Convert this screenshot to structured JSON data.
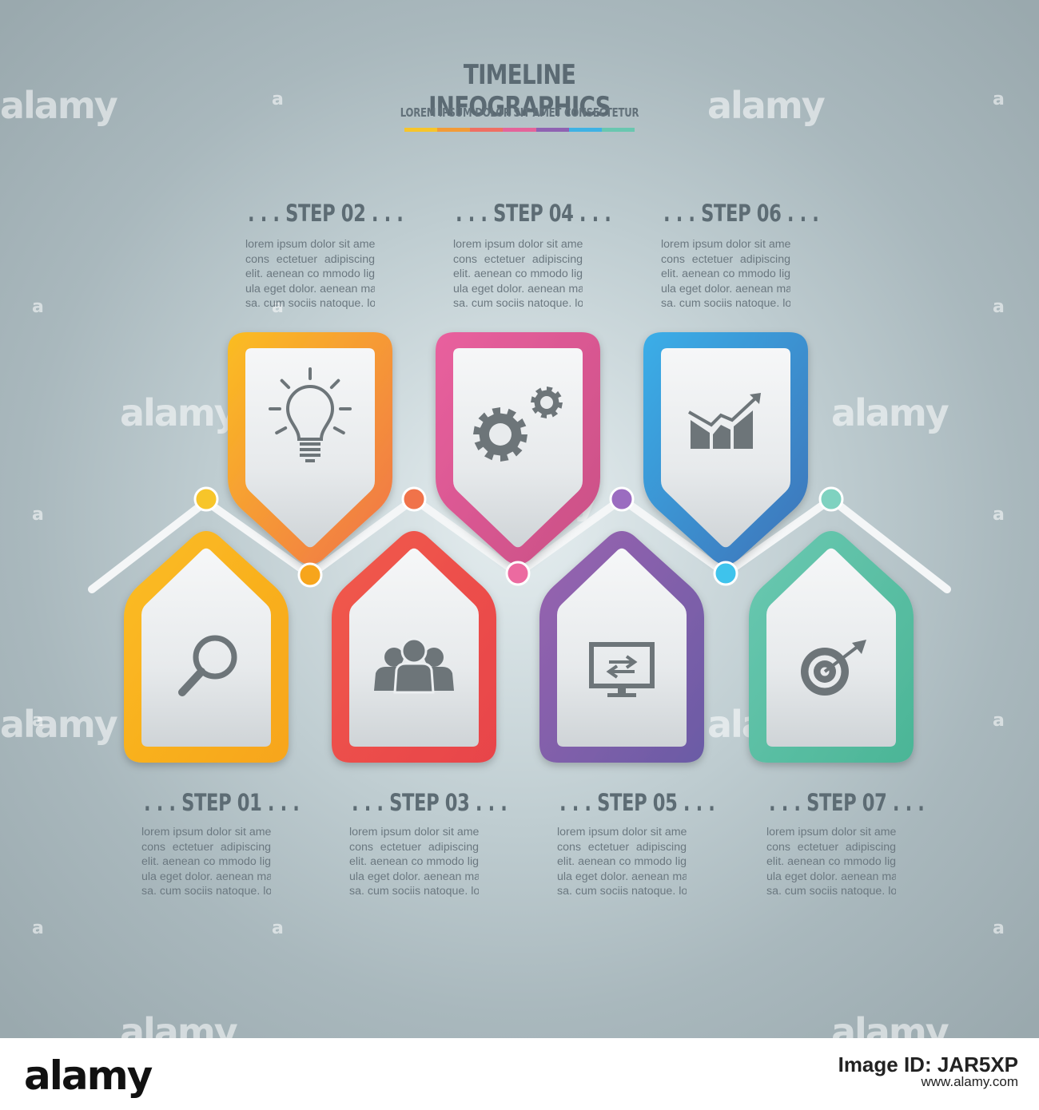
{
  "header": {
    "title": "TIMELINE INFOGRAPHICS",
    "subtitle": "LOREM IPSUM DOLOR SIT AMET CONSECTETUR",
    "rainbow_colors": [
      "#f7c52a",
      "#f29b37",
      "#ef6f63",
      "#e4649a",
      "#8f62b2",
      "#3fb2e4",
      "#69c7b0"
    ]
  },
  "steps": [
    {
      "label": "STEP 01",
      "color": "#fbbd22",
      "color2": "#f7a51c",
      "icon": "magnifier-icon",
      "text": [
        "lorem ipsum dolor sit amet,",
        "cons ectetuer adipiscing",
        "elit. aenean co mmodo lig",
        "ula eget dolor. aenean mas",
        "sa. cum sociis natoque. lor"
      ]
    },
    {
      "label": "STEP 02",
      "color": "#fbbd22",
      "color2": "#f0734a",
      "icon": "lightbulb-icon",
      "text": [
        "lorem ipsum dolor sit amet,",
        "cons ectetuer adipiscing",
        "elit. aenean co mmodo lig",
        "ula eget dolor. aenean mas",
        "sa. cum sociis natoque. lor"
      ]
    },
    {
      "label": "STEP 03",
      "color": "#f15a4c",
      "color2": "#e8444a",
      "icon": "team-icon",
      "text": [
        "lorem ipsum dolor sit amet,",
        "cons ectetuer adipiscing",
        "elit. aenean co mmodo lig",
        "ula eget dolor. aenean mas",
        "sa. cum sociis natoque. lor"
      ]
    },
    {
      "label": "STEP 04",
      "color": "#e9609e",
      "color2": "#c94f85",
      "icon": "gears-icon",
      "text": [
        "lorem ipsum dolor sit amet,",
        "cons ectetuer adipiscing",
        "elit. aenean co mmodo lig",
        "ula eget dolor. aenean mas",
        "sa. cum sociis natoque. lor"
      ]
    },
    {
      "label": "STEP 05",
      "color": "#9a64b0",
      "color2": "#6a5ba5",
      "icon": "monitor-transfer-icon",
      "text": [
        "lorem ipsum dolor sit amet,",
        "cons ectetuer adipiscing",
        "elit. aenean co mmodo lig",
        "ula eget dolor. aenean mas",
        "sa. cum sociis natoque. lor"
      ]
    },
    {
      "label": "STEP 06",
      "color": "#3aaee8",
      "color2": "#3d73b8",
      "icon": "growth-chart-icon",
      "text": [
        "lorem ipsum dolor sit amet,",
        "cons ectetuer adipiscing",
        "elit. aenean co mmodo lig",
        "ula eget dolor. aenean mas",
        "sa. cum sociis natoque. lor"
      ]
    },
    {
      "label": "STEP 07",
      "color": "#6bc9b2",
      "color2": "#4bb596",
      "icon": "target-icon",
      "text": [
        "lorem ipsum dolor sit amet,",
        "cons ectetuer adipiscing",
        "elit. aenean co mmodo lig",
        "ula eget dolor. aenean mas",
        "sa. cum sociis natoque. lor"
      ]
    }
  ],
  "dot_colors": [
    "#f7c52a",
    "#f7a51c",
    "#f0734a",
    "#ec6aa0",
    "#9b6cc0",
    "#3ec3ec",
    "#7fd2c0"
  ],
  "watermark": {
    "text": "alamy",
    "letter": "a"
  },
  "footer": {
    "brand": "alamy",
    "image_id": "Image ID: JAR5XP",
    "site": "www.alamy.com"
  }
}
